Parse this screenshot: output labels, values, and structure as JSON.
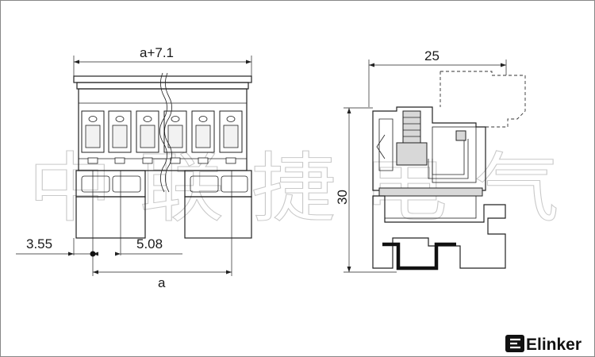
{
  "front_view": {
    "dim_top": "a+7.1",
    "dim_left_offset": "3.55",
    "dim_pitch": "5.08",
    "dim_bottom": "a"
  },
  "side_view": {
    "dim_width": "25",
    "dim_height": "30"
  },
  "watermark": "中 联 捷 电 气",
  "brand": {
    "name": "Elinker",
    "icon": "elinker-logo-icon"
  }
}
